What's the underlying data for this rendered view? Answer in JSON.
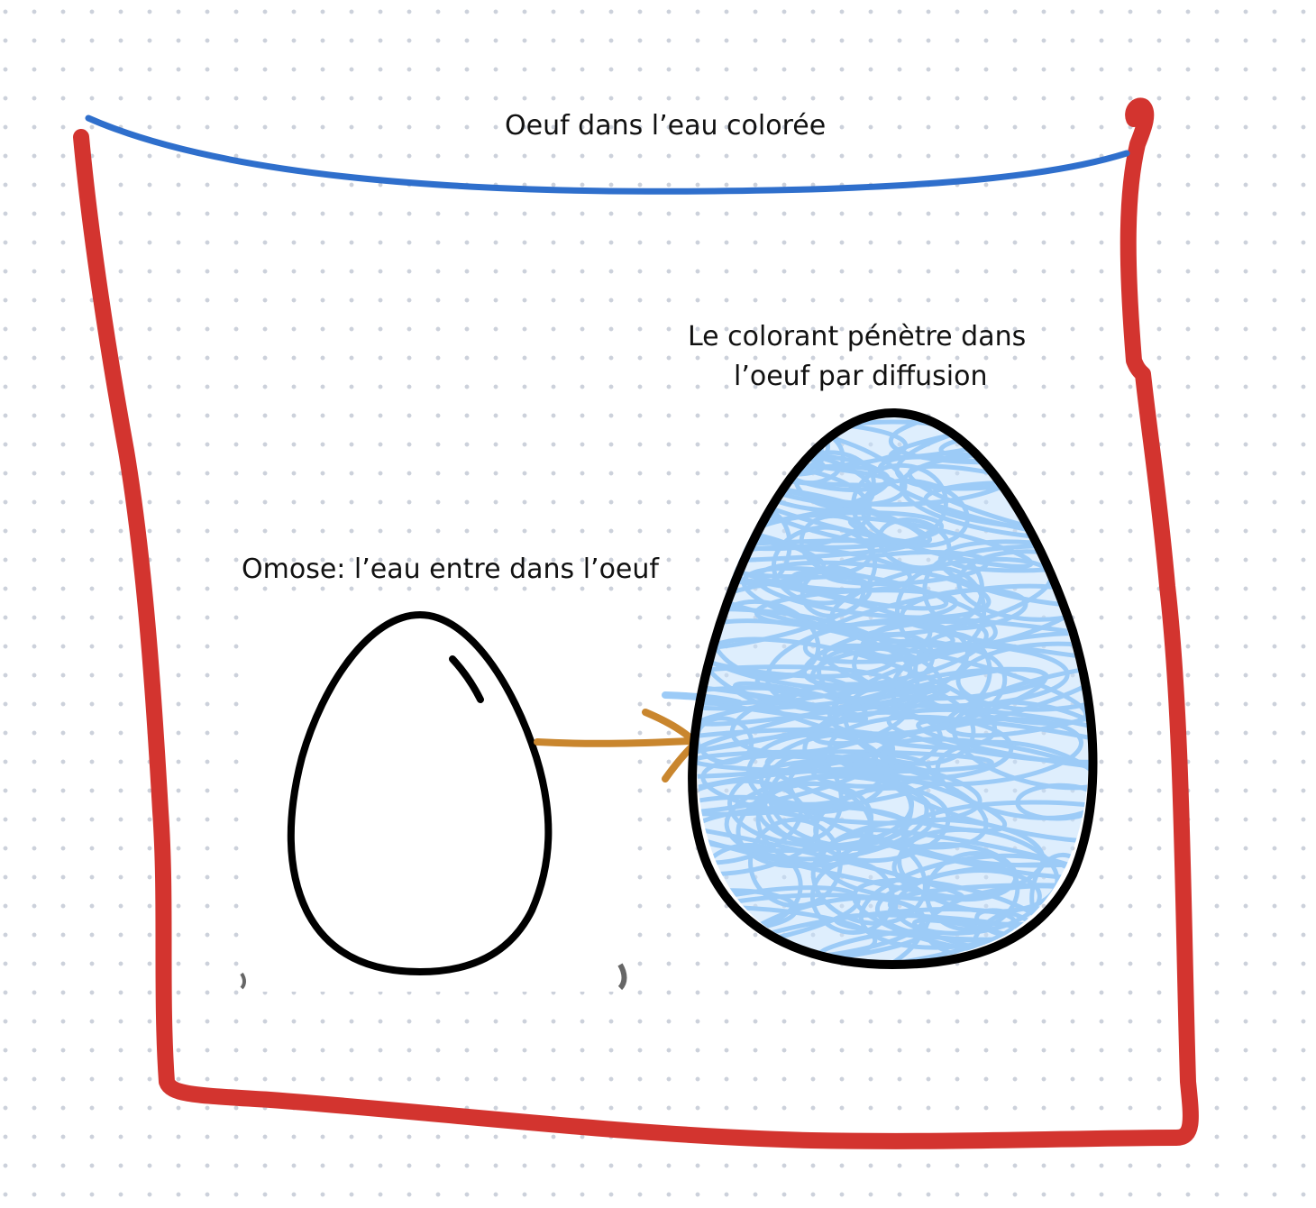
{
  "canvas": {
    "title": "Oeuf dans l’eau colorée",
    "left_label": "Omose: l’eau entre dans l’oeuf",
    "right_label_lines": [
      "Le colorant pénètre dans",
      "l’oeuf par diffusion"
    ]
  },
  "colors": {
    "frame": "#d3342f",
    "water_line": "#2f6fcc",
    "arrow": "#c9862e",
    "dye": "#9ccbf7",
    "egg_outline": "#000000",
    "grid_dot": "#ccd1db"
  }
}
